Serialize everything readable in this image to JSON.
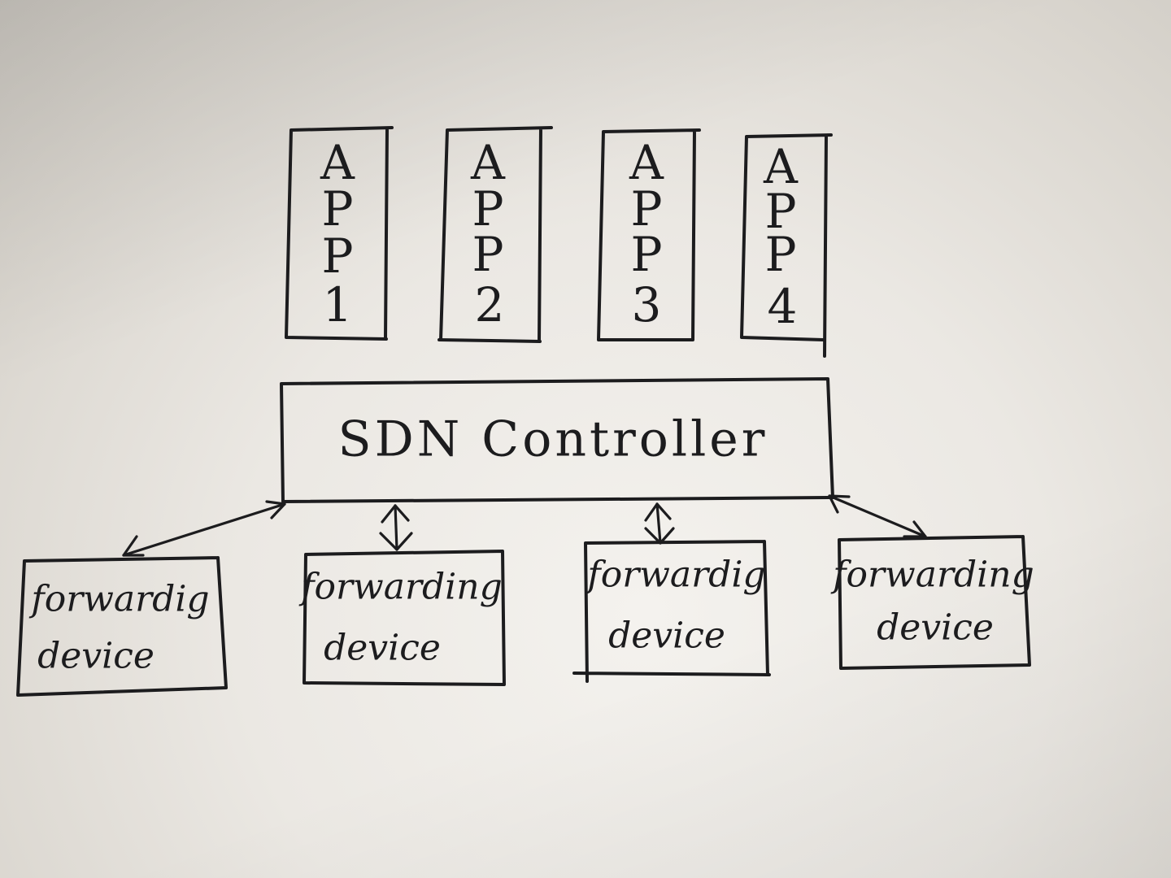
{
  "apps": [
    {
      "chars": [
        "A",
        "P",
        "P",
        "1"
      ]
    },
    {
      "chars": [
        "A",
        "P",
        "P",
        "2"
      ]
    },
    {
      "chars": [
        "A",
        "P",
        "P",
        "3"
      ]
    },
    {
      "chars": [
        "A",
        "P",
        "P",
        "4"
      ]
    }
  ],
  "controller": {
    "label": "SDN Controller"
  },
  "devices": [
    {
      "line1": "forwardig",
      "line2": "device"
    },
    {
      "line1": "forwarding",
      "line2": "device"
    },
    {
      "line1": "forwardig",
      "line2": "device"
    },
    {
      "line1": "forwarding",
      "line2": "device"
    }
  ],
  "connections": [
    {
      "from": "controller",
      "to": "device-1",
      "direction": "bidirectional"
    },
    {
      "from": "controller",
      "to": "device-2",
      "direction": "bidirectional"
    },
    {
      "from": "controller",
      "to": "device-3",
      "direction": "bidirectional"
    },
    {
      "from": "controller",
      "to": "device-4",
      "direction": "bidirectional"
    }
  ]
}
